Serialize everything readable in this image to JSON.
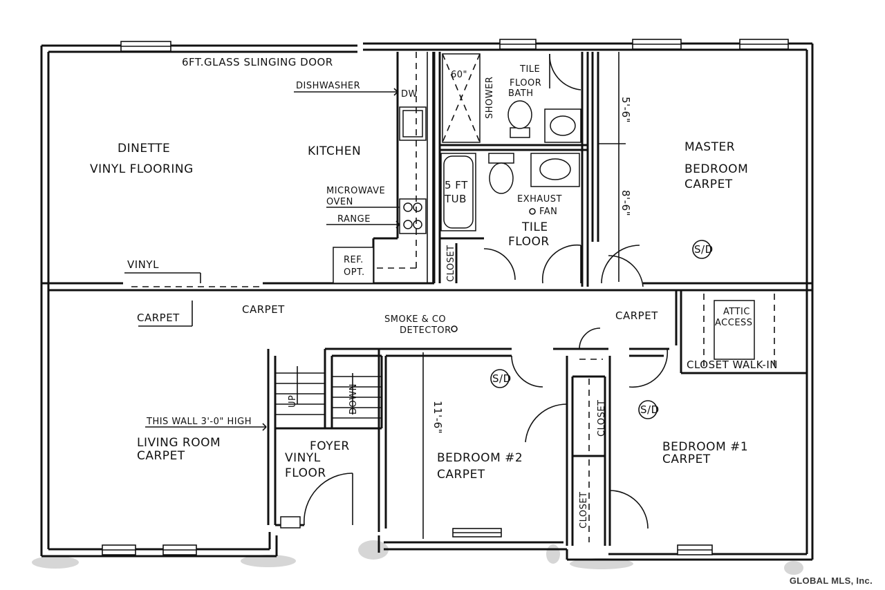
{
  "labels": {
    "sliding_door": "6FT.GLASS SLINGING DOOR",
    "dishwasher": "DISHWASHER",
    "dw": "DW",
    "shower_size": "60\"",
    "shower": "SHOWER",
    "tile_floor_bath_1": "TILE",
    "tile_floor_bath_2": "FLOOR",
    "tile_floor_bath_3": "BATH",
    "dim_5_6": "5'-6\"",
    "dim_8_6": "8'-6\"",
    "dim_11_6": "11'-6\"",
    "dinette_1": "DINETTE",
    "dinette_2": "VINYL FLOORING",
    "kitchen": "KITCHEN",
    "tub_1": "5 FT",
    "tub_2": "TUB",
    "microwave_1": "MICROWAVE",
    "microwave_2": "OVEN",
    "range": "RANGE",
    "exhaust_1": "EXHAUST",
    "exhaust_2": "FAN",
    "tile_floor_1": "TILE",
    "tile_floor_2": "FLOOR",
    "master_1": "MASTER",
    "master_2": "BEDROOM",
    "master_3": "CARPET",
    "sd": "S/D",
    "ref_1": "REF.",
    "ref_2": "OPT.",
    "closet": "CLOSET",
    "vinyl": "VINYL",
    "carpet": "CARPET",
    "attic_1": "ATTIC",
    "attic_2": "ACCESS",
    "smoke_1": "SMOKE & CO",
    "smoke_2": "DETECTOR",
    "closet_walk_in": "CLOSET WALK-IN",
    "up": "UP",
    "down": "DOWN",
    "wall_note": "THIS WALL 3'-0\" HIGH",
    "living_1": "LIVING ROOM",
    "living_2": "CARPET",
    "foyer_1": "FOYER",
    "foyer_2": "VINYL",
    "foyer_3": "FLOOR",
    "bed2_1": "BEDROOM #2",
    "bed2_2": "CARPET",
    "bed1_1": "BEDROOM #1",
    "bed1_2": "CARPET"
  },
  "watermark": "GLOBAL MLS, Inc."
}
